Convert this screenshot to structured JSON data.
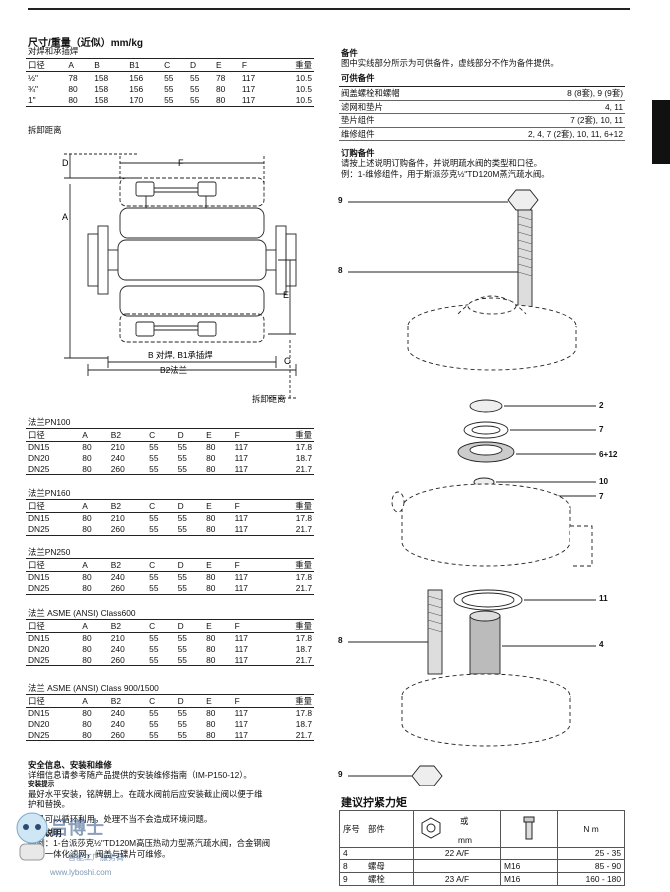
{
  "header": {
    "title": "尺寸/重量（近似）mm/kg",
    "subtitle": "对焊和承插焊"
  },
  "dim_table": {
    "headers": [
      "口径",
      "A",
      "B",
      "B1",
      "C",
      "D",
      "E",
      "F",
      "重量"
    ],
    "rows": [
      [
        "½\"",
        "78",
        "158",
        "156",
        "55",
        "55",
        "78",
        "117",
        "10.5"
      ],
      [
        "¾\"",
        "80",
        "158",
        "156",
        "55",
        "55",
        "80",
        "117",
        "10.5"
      ],
      [
        "1\"",
        "80",
        "158",
        "170",
        "55",
        "55",
        "80",
        "117",
        "10.5"
      ]
    ]
  },
  "drawing": {
    "caption_top": "拆卸距离",
    "label_A": "A",
    "label_D": "D",
    "label_F": "F",
    "label_E": "E",
    "label_C": "C",
    "label_B": "B 对焊, B1承插焊",
    "label_B2": "B2法兰",
    "caption_bottom": "拆卸距离"
  },
  "flange_tables": [
    {
      "title": "法兰PN100",
      "headers": [
        "口径",
        "A",
        "B2",
        "C",
        "D",
        "E",
        "F",
        "重量"
      ],
      "rows": [
        [
          "DN15",
          "80",
          "210",
          "55",
          "55",
          "80",
          "117",
          "17.8"
        ],
        [
          "DN20",
          "80",
          "240",
          "55",
          "55",
          "80",
          "117",
          "18.7"
        ],
        [
          "DN25",
          "80",
          "260",
          "55",
          "55",
          "80",
          "117",
          "21.7"
        ]
      ]
    },
    {
      "title": "法兰PN160",
      "headers": [
        "口径",
        "A",
        "B2",
        "C",
        "D",
        "E",
        "F",
        "重量"
      ],
      "rows": [
        [
          "DN15",
          "80",
          "210",
          "55",
          "55",
          "80",
          "117",
          "17.8"
        ],
        [
          "DN25",
          "80",
          "260",
          "55",
          "55",
          "80",
          "117",
          "21.7"
        ]
      ]
    },
    {
      "title": "法兰PN250",
      "headers": [
        "口径",
        "A",
        "B2",
        "C",
        "D",
        "E",
        "F",
        "重量"
      ],
      "rows": [
        [
          "DN15",
          "80",
          "240",
          "55",
          "55",
          "80",
          "117",
          "17.8"
        ],
        [
          "DN25",
          "80",
          "260",
          "55",
          "55",
          "80",
          "117",
          "21.7"
        ]
      ]
    },
    {
      "title": "法兰 ASME (ANSI) Class600",
      "headers": [
        "口径",
        "A",
        "B2",
        "C",
        "D",
        "E",
        "F",
        "重量"
      ],
      "rows": [
        [
          "DN15",
          "80",
          "210",
          "55",
          "55",
          "80",
          "117",
          "17.8"
        ],
        [
          "DN20",
          "80",
          "240",
          "55",
          "55",
          "80",
          "117",
          "18.7"
        ],
        [
          "DN25",
          "80",
          "260",
          "55",
          "55",
          "80",
          "117",
          "21.7"
        ]
      ]
    },
    {
      "title": "法兰 ASME (ANSI) Class 900/1500",
      "headers": [
        "口径",
        "A",
        "B2",
        "C",
        "D",
        "E",
        "F",
        "重量"
      ],
      "rows": [
        [
          "DN15",
          "80",
          "240",
          "55",
          "55",
          "80",
          "117",
          "17.8"
        ],
        [
          "DN20",
          "80",
          "240",
          "55",
          "55",
          "80",
          "117",
          "18.7"
        ],
        [
          "DN25",
          "80",
          "260",
          "55",
          "55",
          "80",
          "117",
          "21.7"
        ]
      ]
    }
  ],
  "safety": {
    "title": "安全信息、安装和维修",
    "line1": "详细信息请参考随产品提供的安装维修指南（IM-P150-12）。",
    "sub": "安装提示",
    "line2": "最好水平安装，铭牌朝上。在疏水阀前后应安装截止阀以便于维",
    "line3": "护和替换。",
    "line4": "废品可以循环利用，处理不当不会造成环境问题。",
    "order_title": "订购说明",
    "line5": "举例：1-台派莎克½\"TD120M高压热动力型蒸汽疏水阀，合金钢阀",
    "line6": "体，一体化滤网，阀盖与碟片可维修。"
  },
  "spares": {
    "title": "备件",
    "desc": "图中实线部分所示为可供备件，虚线部分不作为备件提供。",
    "subtitle": "可供备件",
    "rows": [
      [
        "阀盖螺栓和螺帽",
        "8 (8套), 9 (9套)"
      ],
      [
        "滤网和垫片",
        "4, 11"
      ],
      [
        "垫片组件",
        "7 (2套), 10, 11"
      ],
      [
        "维修组件",
        "2, 4, 7 (2套), 10, 11, 6+12"
      ]
    ],
    "order_title": "订购备件",
    "order_line1": "请按上述说明订购备件，并说明疏水阀的类型和口径。",
    "order_line2": "例：1-维修组件，用于斯派莎克½\"TD120M蒸汽疏水阀。"
  },
  "callouts": {
    "c9a": "9",
    "c8a": "8",
    "c2": "2",
    "c7a": "7",
    "c612": "6+12",
    "c10": "10",
    "c7b": "7",
    "c11": "11",
    "c8b": "8",
    "c4": "4",
    "c9b": "9"
  },
  "torque": {
    "title": "建议拧紧力矩",
    "header": {
      "no": "序号",
      "part": "部件",
      "or": "或",
      "mm": "mm",
      "nm": "N m"
    },
    "rows": [
      [
        "4",
        "",
        "22 A/F",
        "",
        "25 - 35"
      ],
      [
        "8",
        "螺母",
        "",
        "M16",
        "85 - 90"
      ],
      [
        "9",
        "螺栓",
        "23 A/F",
        "M16",
        "160 - 180"
      ]
    ]
  },
  "watermark": {
    "line1": "吕博士",
    "line2": "智能工厂服务商",
    "line3": "www.lyboshi.com"
  }
}
